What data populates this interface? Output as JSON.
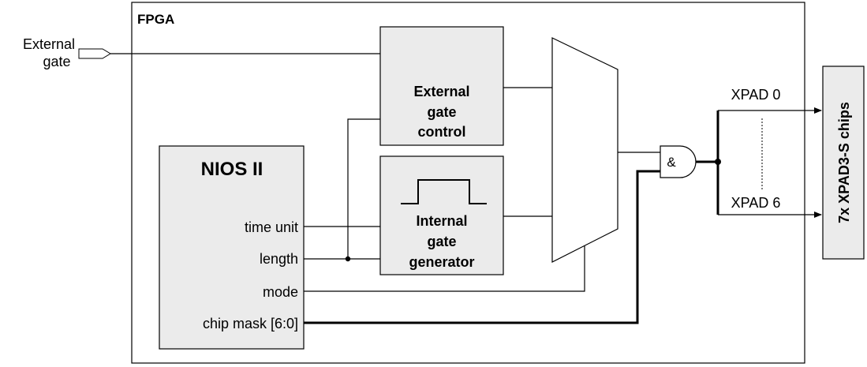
{
  "diagram": {
    "external_input_label_line1": "External",
    "external_input_label_line2": "gate",
    "fpga_label": "FPGA",
    "ext_gate_block": {
      "line1": "External",
      "line2": "gate",
      "line3": "control"
    },
    "int_gate_block": {
      "line1": "Internal",
      "line2": "gate",
      "line3": "generator"
    },
    "nios_block": {
      "title": "NIOS II",
      "port_time_unit": "time unit",
      "port_length": "length",
      "port_mode": "mode",
      "port_chip_mask": "chip mask [6:0]"
    },
    "and_gate_symbol": "&",
    "output_top_label": "XPAD 0",
    "output_bottom_label": "XPAD 6",
    "chips_block_label": "7x XPAD3-S chips"
  },
  "colors": {
    "block_fill": "#ebebeb",
    "line": "#000000"
  }
}
